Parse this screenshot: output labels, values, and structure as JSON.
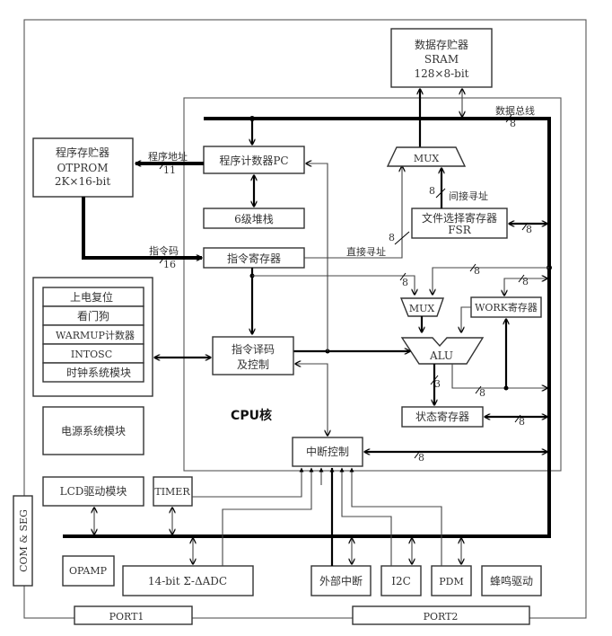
{
  "diagram": {
    "sram": {
      "line1": "数据存贮器",
      "line2": "SRAM",
      "line3": "128×8-bit"
    },
    "data_bus_label": "数据总线",
    "otprom": {
      "line1": "程序存贮器",
      "line2": "OTPROM",
      "line3": "2K×16-bit"
    },
    "program_address_label": "程序地址",
    "program_address_width": "11",
    "opcode_label": "指令码",
    "opcode_width": "16",
    "pc": "程序计数器PC",
    "stack": "6级堆栈",
    "instruction_register": "指令寄存器",
    "direct_address_label": "直接寻址",
    "indirect_address_label": "间接寻址",
    "mux_top": "MUX",
    "mux_alu": "MUX",
    "fsr": {
      "line1": "文件选择寄存器",
      "line2": "FSR"
    },
    "work_register": "WORK寄存器",
    "alu": "ALU",
    "status_register": "状态寄存器",
    "decoder": {
      "line1": "指令译码",
      "line2": "及控制"
    },
    "cpu_core_label": "CPU核",
    "interrupt_control": "中断控制",
    "system_blocks": [
      "上电复位",
      "看门狗",
      "WARMUP计数器",
      "INTOSC",
      "时钟系统模块"
    ],
    "power_module": "电源系统模块",
    "lcd_driver": "LCD驱动模块",
    "timer": "TIMER",
    "com_seg": "COM & SEG",
    "opamp": "OPAMP",
    "adc": "14-bit  Σ-ΔADC",
    "ext_interrupt": "外部中断",
    "i2c": "I2C",
    "pdm": "PDM",
    "buzzer": "蜂鸣驱动",
    "port1": "PORT1",
    "port2": "PORT2",
    "bus_width_8": "8",
    "alu_status_width": "3"
  }
}
